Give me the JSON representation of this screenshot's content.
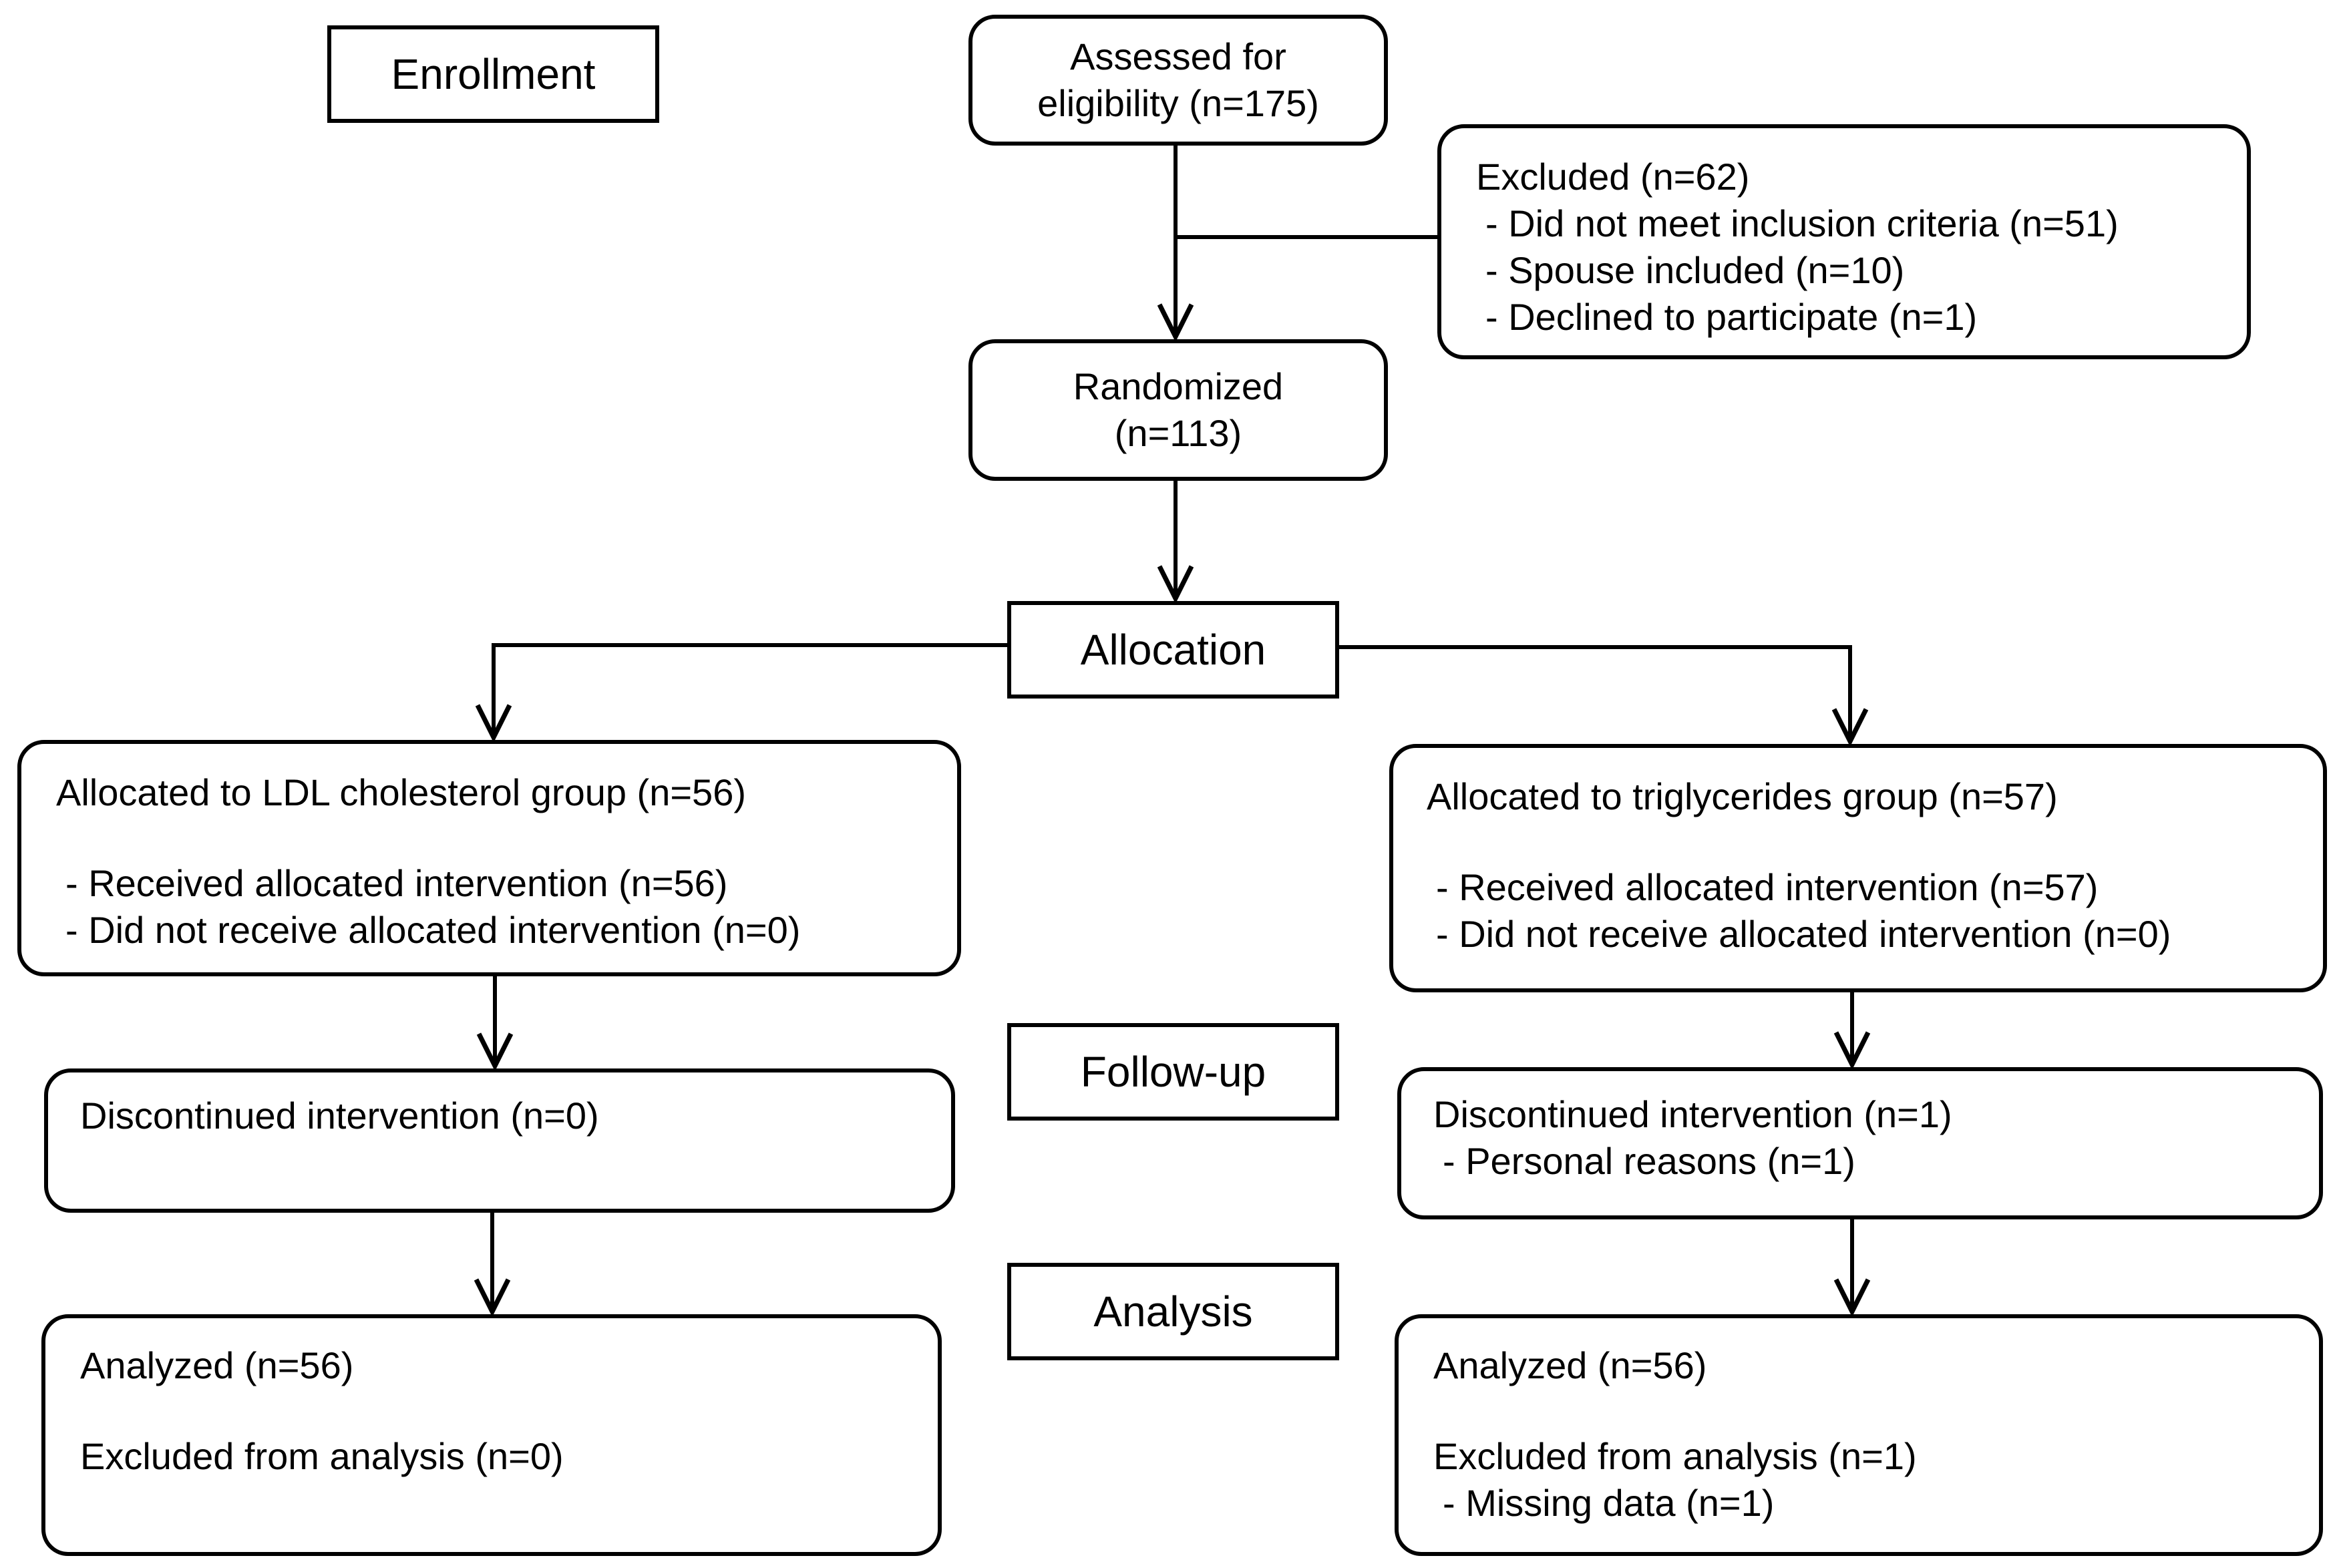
{
  "stages": {
    "enrollment": "Enrollment",
    "allocation": "Allocation",
    "followup": "Follow-up",
    "analysis": "Analysis"
  },
  "assessed": {
    "line1": "Assessed for",
    "line2": "eligibility (n=175)"
  },
  "excluded": {
    "title": "Excluded (n=62)",
    "items": [
      "- Did not meet inclusion criteria (n=51)",
      "- Spouse included (n=10)",
      "- Declined to participate (n=1)"
    ]
  },
  "randomized": {
    "line1": "Randomized",
    "line2": "(n=113)"
  },
  "ldl_group": {
    "title": "Allocated to LDL cholesterol group (n=56)",
    "items": [
      "- Received allocated intervention (n=56)",
      "- Did not receive allocated intervention (n=0)"
    ]
  },
  "tg_group": {
    "title": "Allocated to triglycerides group (n=57)",
    "items": [
      "- Received allocated intervention (n=57)",
      "- Did not receive allocated intervention (n=0)"
    ]
  },
  "followup_left": {
    "title": "Discontinued intervention (n=0)"
  },
  "followup_right": {
    "title": "Discontinued intervention (n=1)",
    "items": [
      "- Personal reasons (n=1)"
    ]
  },
  "analysis_left": {
    "analyzed": "Analyzed (n=56)",
    "excluded": "Excluded from analysis (n=0)"
  },
  "analysis_right": {
    "analyzed": "Analyzed (n=56)",
    "excluded": "Excluded from analysis (n=1)",
    "items": [
      "- Missing data (n=1)"
    ]
  }
}
